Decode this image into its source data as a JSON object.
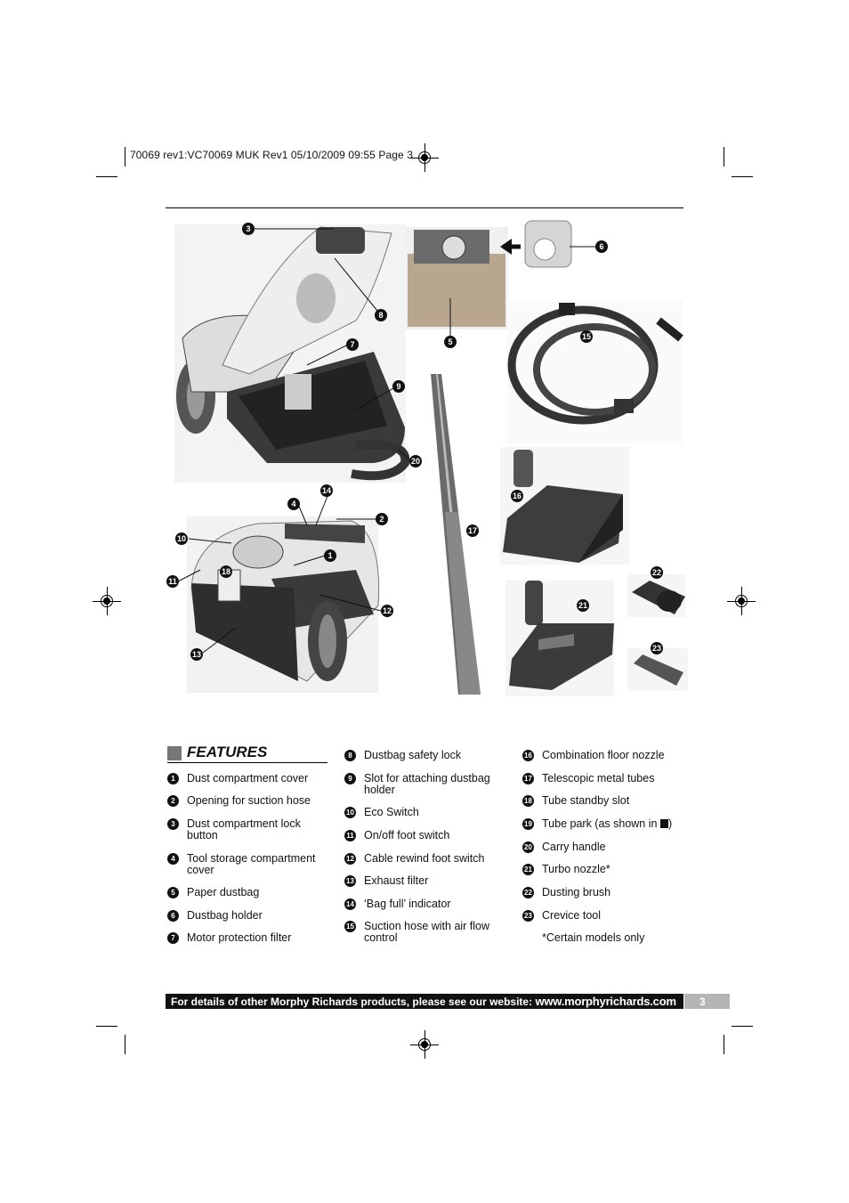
{
  "print_slug": "70069 rev1:VC70069 MUK Rev1  05/10/2009  09:55  Page 3",
  "callouts": {
    "c1": "1",
    "c2": "2",
    "c3": "3",
    "c4": "4",
    "c5": "5",
    "c6": "6",
    "c7": "7",
    "c8": "8",
    "c9": "9",
    "c10": "10",
    "c11": "11",
    "c12": "12",
    "c13": "13",
    "c14": "14",
    "c15": "15",
    "c16": "16",
    "c17": "17",
    "c18": "18",
    "c20": "20",
    "c21": "21",
    "c22": "22",
    "c23": "23"
  },
  "features": {
    "heading": "FEATURES",
    "items": [
      {
        "num": "1",
        "label": "Dust compartment cover"
      },
      {
        "num": "2",
        "label": "Opening for suction hose"
      },
      {
        "num": "3",
        "label": "Dust compartment lock button"
      },
      {
        "num": "4",
        "label": "Tool storage compartment cover"
      },
      {
        "num": "5",
        "label": "Paper dustbag"
      },
      {
        "num": "6",
        "label": "Dustbag holder"
      },
      {
        "num": "7",
        "label": "Motor protection filter"
      },
      {
        "num": "8",
        "label": "Dustbag safety lock"
      },
      {
        "num": "9",
        "label": "Slot for attaching dustbag holder"
      },
      {
        "num": "10",
        "label": "Eco Switch"
      },
      {
        "num": "11",
        "label": "On/off foot switch"
      },
      {
        "num": "12",
        "label": "Cable rewind foot switch"
      },
      {
        "num": "13",
        "label": "Exhaust filter"
      },
      {
        "num": "14",
        "label": "‘Bag full’ indicator"
      },
      {
        "num": "15",
        "label": "Suction hose with air flow control"
      },
      {
        "num": "16",
        "label": "Combination floor nozzle"
      },
      {
        "num": "17",
        "label": "Telescopic metal tubes"
      },
      {
        "num": "18",
        "label": "Tube standby slot"
      },
      {
        "num": "19",
        "label": "Tube park (as shown in"
      },
      {
        "num": "20",
        "label": "Carry handle"
      },
      {
        "num": "21",
        "label": "Turbo nozzle*"
      },
      {
        "num": "22",
        "label": "Dusting brush"
      },
      {
        "num": "23",
        "label": "Crevice tool"
      }
    ],
    "item19_suffix": ")",
    "note": "*Certain models only"
  },
  "footer": {
    "text": "For details of other Morphy Richards products, please see our website:",
    "website": "www.morphyrichards.com",
    "page_number": "3"
  }
}
